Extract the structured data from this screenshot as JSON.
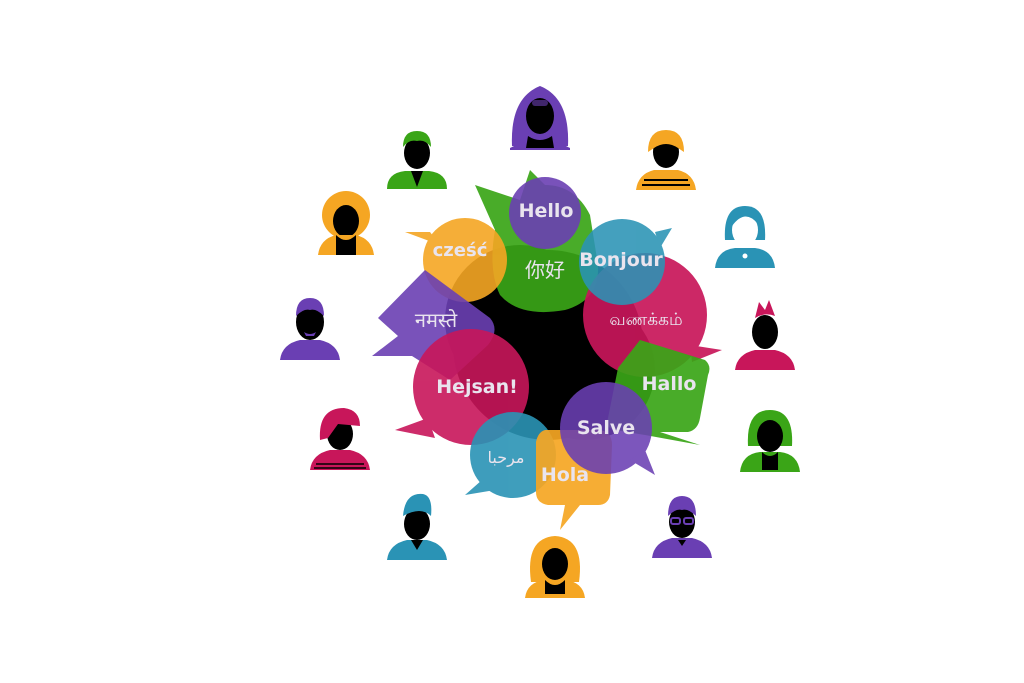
{
  "colors": {
    "purple": "#6a3fb3",
    "orange": "#f5a623",
    "green": "#3aa517",
    "teal": "#2a93b5",
    "magenta": "#c8165a",
    "black": "#000000"
  },
  "greetings": {
    "hello": "Hello",
    "nihao": "你好",
    "czesc": "cześć",
    "bonjour": "Bonjour",
    "namaste": "नमस्ते",
    "vanakkam": "வணக்கம்",
    "hejsan": "Hejsan!",
    "hallo": "Hallo",
    "salve": "Salve",
    "marhaba": "مرحبا",
    "hola": "Hola"
  },
  "avatars": [
    {
      "id": "avatar-top-purple-woman",
      "color": "purple",
      "icon": "woman-long-hair-icon"
    },
    {
      "id": "avatar-green-suit-man",
      "color": "green",
      "icon": "man-suit-icon"
    },
    {
      "id": "avatar-orange-bowl-hair",
      "color": "orange",
      "icon": "man-striped-shirt-icon"
    },
    {
      "id": "avatar-orange-curly",
      "color": "orange",
      "icon": "woman-curly-hair-icon"
    },
    {
      "id": "avatar-teal-woman",
      "color": "teal",
      "icon": "woman-icon"
    },
    {
      "id": "avatar-purple-bearded",
      "color": "purple",
      "icon": "man-beard-icon"
    },
    {
      "id": "avatar-magenta-mohawk",
      "color": "magenta",
      "icon": "man-mohawk-icon"
    },
    {
      "id": "avatar-magenta-emo",
      "color": "magenta",
      "icon": "woman-bangs-icon"
    },
    {
      "id": "avatar-green-woman",
      "color": "green",
      "icon": "woman-bob-icon"
    },
    {
      "id": "avatar-teal-quiff",
      "color": "teal",
      "icon": "man-quiff-icon"
    },
    {
      "id": "avatar-purple-glasses",
      "color": "purple",
      "icon": "man-glasses-icon"
    },
    {
      "id": "avatar-orange-bottom-woman",
      "color": "orange",
      "icon": "woman-wavy-hair-icon"
    }
  ]
}
